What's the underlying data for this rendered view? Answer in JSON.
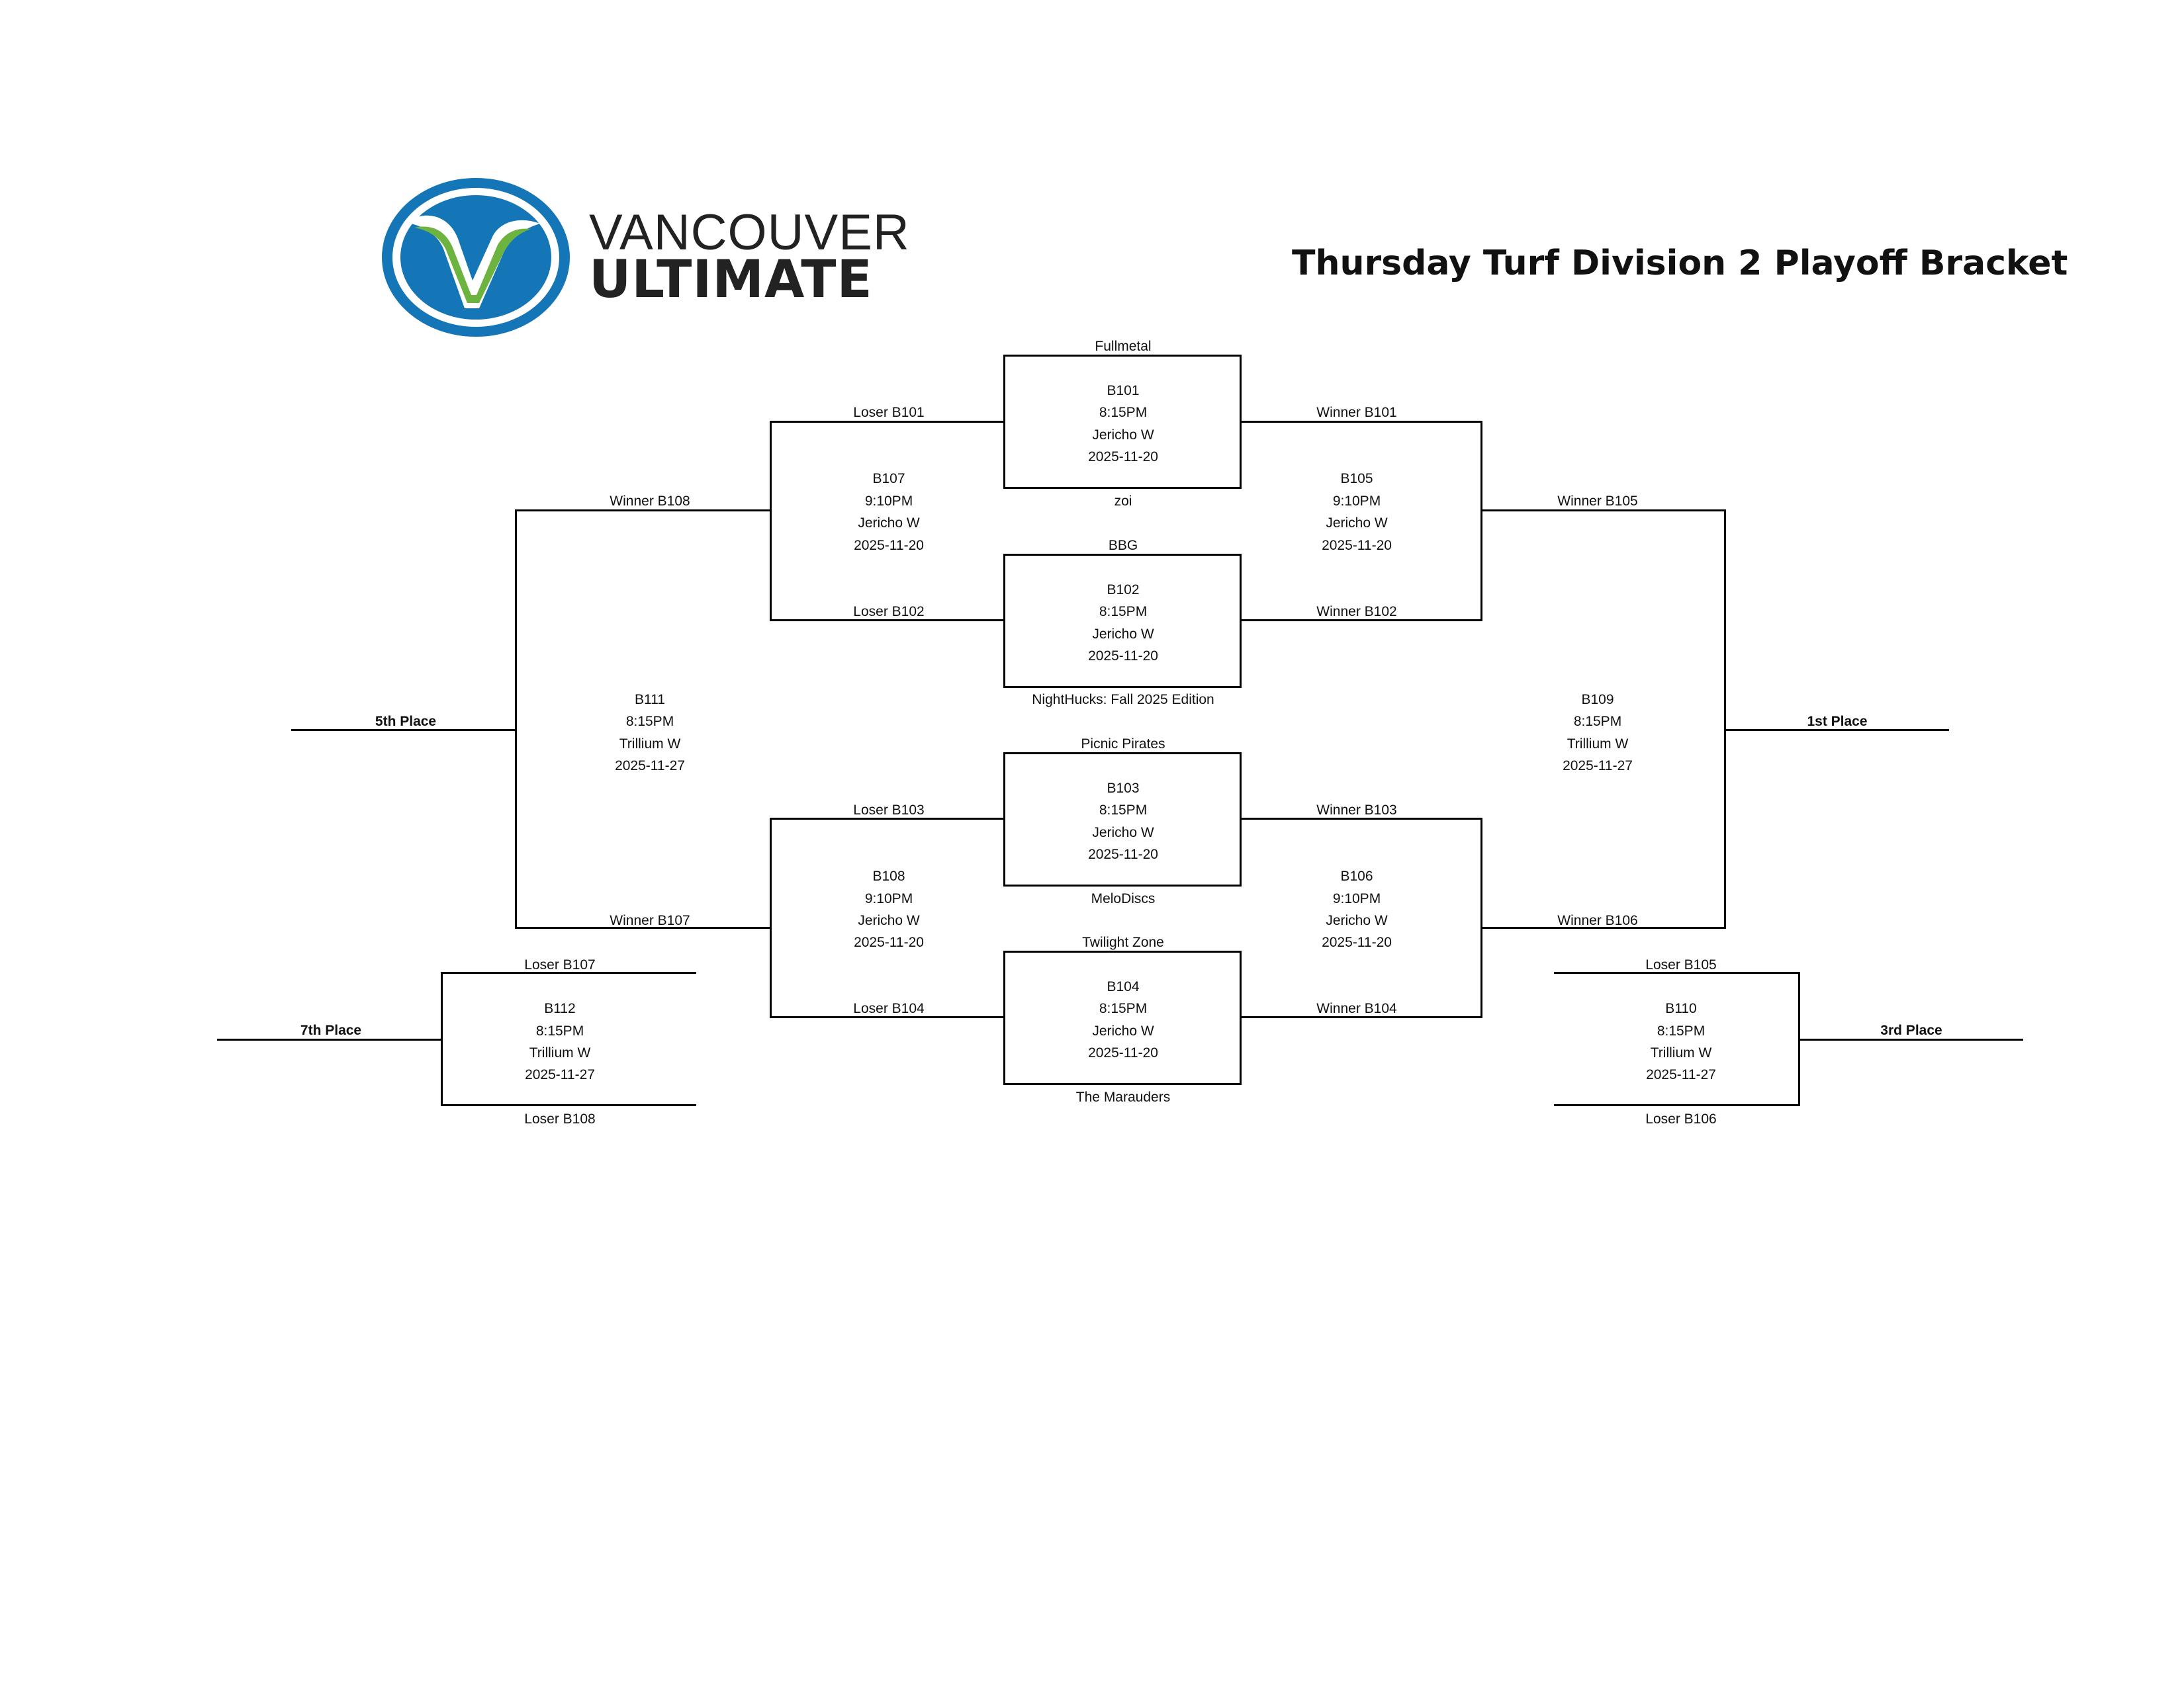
{
  "header": {
    "logo_line1": "VANCOUVER",
    "logo_line2": "ULTIMATE",
    "title": "Thursday Turf Division 2 Playoff Bracket"
  },
  "colors": {
    "logo_blue": "#1476B7",
    "logo_green": "#6CB33F",
    "text": "#111111"
  },
  "games": {
    "b101": {
      "code": "B101",
      "time": "8:15PM",
      "field": "Jericho W",
      "date": "2025-11-20",
      "team_top": "Fullmetal",
      "team_bottom": "zoi"
    },
    "b102": {
      "code": "B102",
      "time": "8:15PM",
      "field": "Jericho W",
      "date": "2025-11-20",
      "team_top": "BBG",
      "team_bottom": "NightHucks: Fall 2025 Edition"
    },
    "b103": {
      "code": "B103",
      "time": "8:15PM",
      "field": "Jericho W",
      "date": "2025-11-20",
      "team_top": "Picnic Pirates",
      "team_bottom": "MeloDiscs"
    },
    "b104": {
      "code": "B104",
      "time": "8:15PM",
      "field": "Jericho W",
      "date": "2025-11-20",
      "team_top": "Twilight Zone",
      "team_bottom": "The Marauders"
    },
    "b105": {
      "code": "B105",
      "time": "9:10PM",
      "field": "Jericho W",
      "date": "2025-11-20",
      "top": "Winner B101",
      "bottom": "Winner B102"
    },
    "b106": {
      "code": "B106",
      "time": "9:10PM",
      "field": "Jericho W",
      "date": "2025-11-20",
      "top": "Winner B103",
      "bottom": "Winner B104"
    },
    "b107": {
      "code": "B107",
      "time": "9:10PM",
      "field": "Jericho W",
      "date": "2025-11-20",
      "top": "Loser B101",
      "bottom": "Loser B102"
    },
    "b108": {
      "code": "B108",
      "time": "9:10PM",
      "field": "Jericho W",
      "date": "2025-11-20",
      "top": "Loser B103",
      "bottom": "Loser B104"
    },
    "b109": {
      "code": "B109",
      "time": "8:15PM",
      "field": "Trillium W",
      "date": "2025-11-27",
      "top": "Winner B105",
      "bottom": "Winner B106",
      "result": "1st Place"
    },
    "b110": {
      "code": "B110",
      "time": "8:15PM",
      "field": "Trillium W",
      "date": "2025-11-27",
      "top": "Loser B105",
      "bottom": "Loser B106",
      "result": "3rd Place"
    },
    "b111": {
      "code": "B111",
      "time": "8:15PM",
      "field": "Trillium W",
      "date": "2025-11-27",
      "top": "Winner B108",
      "bottom": "Winner B107",
      "result": "5th Place"
    },
    "b112": {
      "code": "B112",
      "time": "8:15PM",
      "field": "Trillium W",
      "date": "2025-11-27",
      "top": "Loser B107",
      "bottom": "Loser B108",
      "result": "7th Place"
    }
  }
}
